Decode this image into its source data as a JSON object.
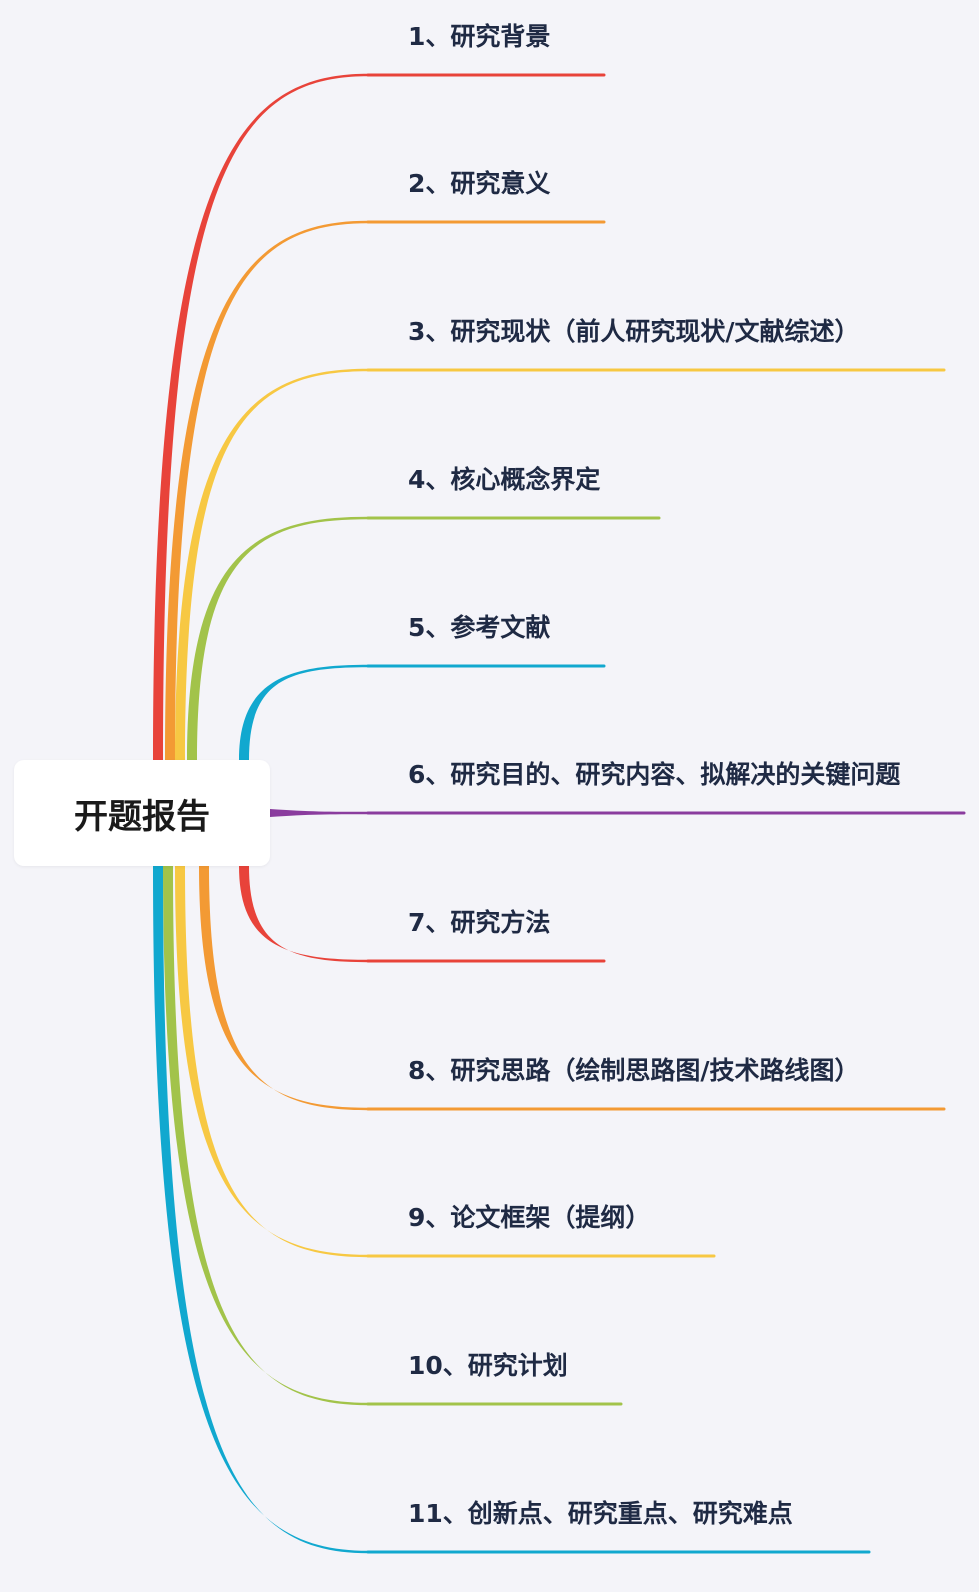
{
  "root": {
    "label": "开题报告"
  },
  "topics": [
    {
      "label": "1、研究背景",
      "color": "#e8433a"
    },
    {
      "label": "2、研究意义",
      "color": "#f39a34"
    },
    {
      "label": "3、研究现状（前人研究现状/文献综述）",
      "color": "#f7c843"
    },
    {
      "label": "4、核心概念界定",
      "color": "#a2c34a"
    },
    {
      "label": "5、参考文献",
      "color": "#11a8cf"
    },
    {
      "label": "6、研究目的、研究内容、拟解决的关键问题",
      "color": "#8a3c9e"
    },
    {
      "label": "7、研究方法",
      "color": "#e8433a"
    },
    {
      "label": "8、研究思路（绘制思路图/技术路线图）",
      "color": "#f39a34"
    },
    {
      "label": "9、论文框架（提纲）",
      "color": "#f7c843"
    },
    {
      "label": "10、研究计划",
      "color": "#a2c34a"
    },
    {
      "label": "11、创新点、研究重点、研究难点",
      "color": "#11a8cf"
    }
  ]
}
